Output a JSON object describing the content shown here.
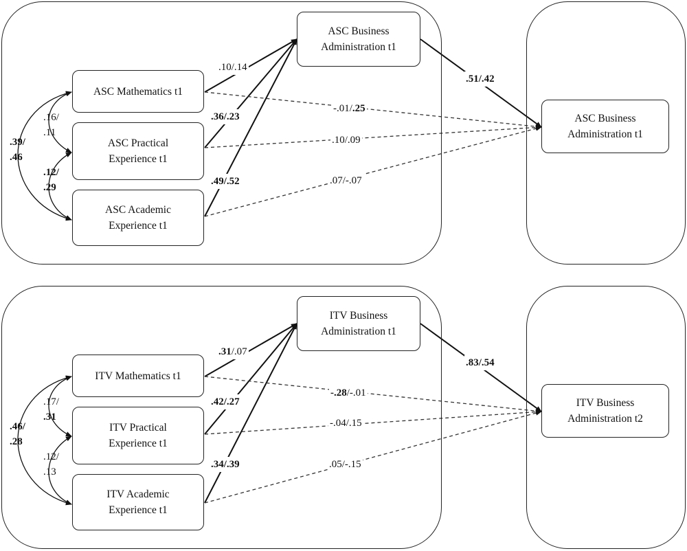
{
  "panels": [
    {
      "id": "asc",
      "predictors": [
        {
          "line1": "ASC Mathematics  t1",
          "line2": ""
        },
        {
          "line1": "ASC Practical",
          "line2": "Experience  t1"
        },
        {
          "line1": "ASC Academic",
          "line2": "Experience  t1"
        }
      ],
      "mediator": {
        "line1": "ASC Business",
        "line2": "Administration  t1"
      },
      "outcome": {
        "line1": "ASC Business",
        "line2": "Administration  t1"
      },
      "direct_paths": [
        ".10/.14",
        ".36/.23",
        ".49/.52"
      ],
      "mediator_to_outcome": ".51/.42",
      "dashed_paths": [
        {
          "a": "-.01/",
          "b": ".25"
        },
        {
          "a": ".10/.09",
          "b": ""
        },
        {
          "a": ".07/-.07",
          "b": ""
        }
      ],
      "correlations": {
        "outer": {
          "top": ".39/",
          "bottom": ".46"
        },
        "upper": {
          "top": ".16/",
          "bottom": ".11"
        },
        "lower": {
          "top": ".12/",
          "bottom": ".29"
        }
      }
    },
    {
      "id": "itv",
      "predictors": [
        {
          "line1": "ITV Mathematics  t1",
          "line2": ""
        },
        {
          "line1": "ITV Practical",
          "line2": "Experience  t1"
        },
        {
          "line1": "ITV Academic",
          "line2": "Experience  t1"
        }
      ],
      "mediator": {
        "line1": "ITV Business",
        "line2": "Administration  t1"
      },
      "outcome": {
        "line1": "ITV Business",
        "line2": "Administration  t2"
      },
      "direct_paths_a": [
        ".31",
        ".42/.27",
        ".34/.39"
      ],
      "direct_paths_b": [
        "/.07",
        "",
        ""
      ],
      "mediator_to_outcome": ".83/.54",
      "dashed_paths": [
        {
          "a": "-.28",
          "b": "/-.01"
        },
        {
          "a": "-.04/.15",
          "b": ""
        },
        {
          "a": ".05/-.15",
          "b": ""
        }
      ],
      "correlations": {
        "outer": {
          "top": ".46/",
          "bottom": ".28"
        },
        "upper_a": ".17/",
        "upper_b": ".31",
        "lower": {
          "top": ".12/",
          "bottom": ".13"
        }
      }
    }
  ]
}
